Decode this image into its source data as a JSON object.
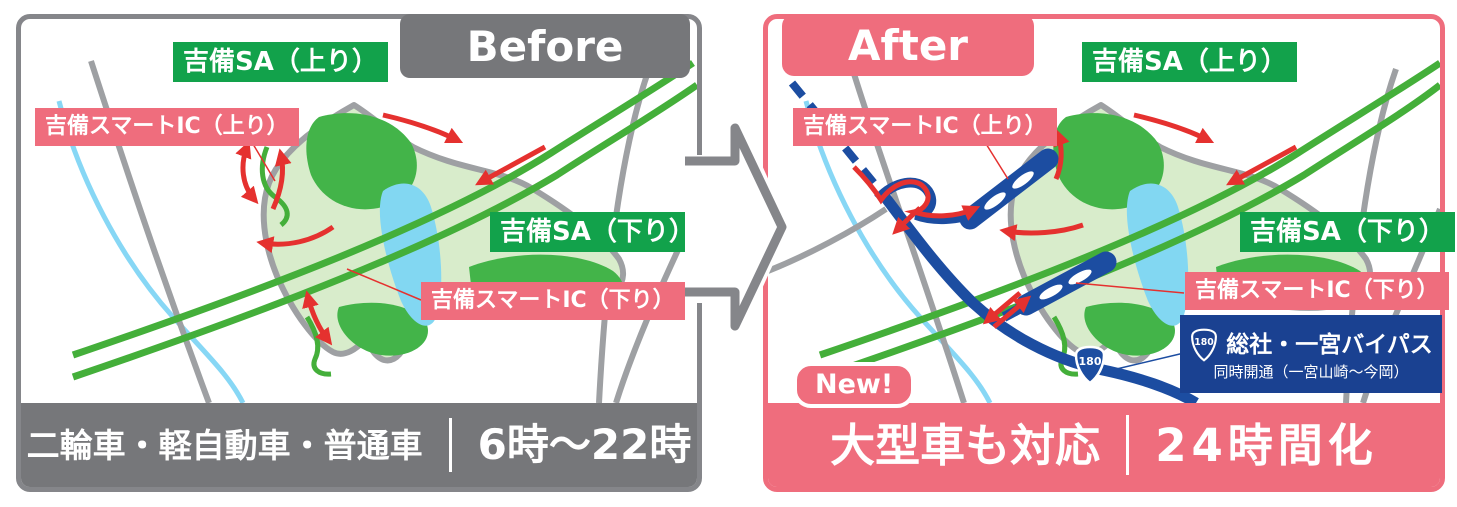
{
  "colors": {
    "pink": "#EF6D7D",
    "label_green": "#12A24B",
    "gray": "#76777A",
    "border_gray": "#85868A",
    "road_gray": "#9EA0A3",
    "sa_area_green": "#D8ECCB",
    "sa_dark_green": "#43B449",
    "highway_green": "#44AF3A",
    "water_blue": "#87D7F5",
    "bypass_blue": "#1C4DA1",
    "info_box_blue": "#1A4191",
    "arrow_red": "#E5312F"
  },
  "before_panel": {
    "title": "Before",
    "labels": {
      "sa_up": "吉備SA（上り）",
      "smart_ic_up": "吉備スマートIC（上り）",
      "sa_down": "吉備SA（下り）",
      "smart_ic_down": "吉備スマートIC（下り）"
    },
    "footer": {
      "vehicles": "二輪車・軽自動車・普通車",
      "hours": "6時～22時"
    }
  },
  "after_panel": {
    "title": "After",
    "new_badge": "New!",
    "labels": {
      "sa_up": "吉備SA（上り）",
      "smart_ic_up": "吉備スマートIC（上り）",
      "sa_down": "吉備SA（下り）",
      "smart_ic_down": "吉備スマートIC（下り）"
    },
    "bypass_info": {
      "route_number": "180",
      "name": "総社・一宮バイパス",
      "note": "同時開通（一宮山崎～今岡）"
    },
    "road_shield": "180",
    "footer": {
      "vehicles": "大型車も対応",
      "hours": "24時間化"
    }
  }
}
